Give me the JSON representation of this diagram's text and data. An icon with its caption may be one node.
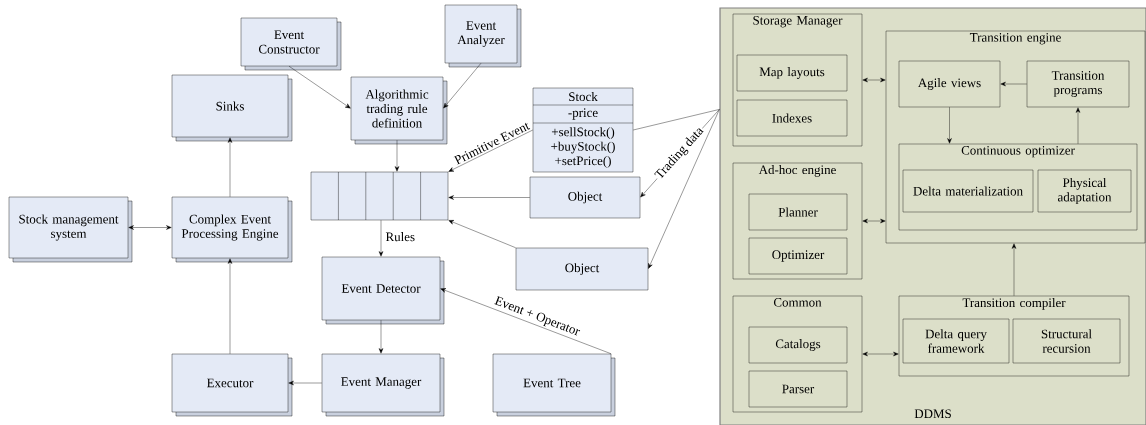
{
  "diagram": {
    "nodes": [
      {
        "text": [
          "Event Constructor"
        ]
      },
      {
        "text": [
          "Event Analyzer"
        ]
      },
      {
        "text": [
          "Algorithmic trading rule definition"
        ]
      },
      {
        "text": [
          "Sinks"
        ]
      },
      {
        "text": [
          "Stock",
          "-price",
          "+sellStock() +buyStock() +setPrice()"
        ]
      },
      {
        "text": [],
        "shape": "box"
      },
      {
        "text": [
          "Object"
        ]
      },
      {
        "text": [
          "Stock management system"
        ]
      },
      {
        "text": [
          "Complex Event Processing Engine"
        ]
      },
      {
        "text": [
          "Object"
        ]
      },
      {
        "text": [
          "Event Detector"
        ]
      },
      {
        "text": [
          "Event Tree"
        ]
      },
      {
        "text": [
          "Executor"
        ]
      },
      {
        "text": [
          "Event Manager"
        ]
      },
      {
        "text": [
          "DDMS"
        ]
      },
      {
        "text": [
          "Storage Manager"
        ],
        "in": 14
      },
      {
        "text": [
          "Map layouts"
        ],
        "in": 15
      },
      {
        "text": [
          "Indexes"
        ],
        "in": 15
      },
      {
        "text": [
          "Ad-hoc engine"
        ],
        "in": 14
      },
      {
        "text": [
          "Planner"
        ],
        "in": 18
      },
      {
        "text": [
          "Optimizer"
        ],
        "in": 18
      },
      {
        "text": [
          "Common"
        ],
        "in": 14
      },
      {
        "text": [
          "Catalogs"
        ],
        "in": 21
      },
      {
        "text": [
          "Parser"
        ],
        "in": 21
      },
      {
        "text": [
          "Transition engine"
        ],
        "in": 14
      },
      {
        "text": [
          "Agile views"
        ],
        "in": 24
      },
      {
        "text": [
          "Transition programs"
        ],
        "in": 24
      },
      {
        "text": [
          "Continuous optimizer"
        ],
        "in": 24
      },
      {
        "text": [
          "Delta materialization"
        ],
        "in": 27
      },
      {
        "text": [
          "Physical adaptation"
        ],
        "in": 27
      },
      {
        "text": [
          "Transition compiler"
        ],
        "in": 14
      },
      {
        "text": [
          "Delta query framework"
        ],
        "in": 30
      },
      {
        "text": [
          "Structural recursion"
        ],
        "in": 30
      }
    ],
    "edges": [
      {
        "from": 0,
        "to": 2,
        "arrow": "to"
      },
      {
        "from": 1,
        "to": 2,
        "arrow": "to"
      },
      {
        "from": 2,
        "to": 5,
        "arrow": "to"
      },
      {
        "from": 4,
        "to": 5,
        "arrow": "to",
        "label": "Primitive Event"
      },
      {
        "from": 6,
        "to": 5,
        "arrow": "to"
      },
      {
        "from": 9,
        "to": 5,
        "arrow": "to"
      },
      {
        "from": 14,
        "to": 4,
        "arrow": "none"
      },
      {
        "from": 14,
        "to": 6,
        "arrow": "to",
        "label": "Trading data"
      },
      {
        "from": 14,
        "to": 9,
        "arrow": "to"
      },
      {
        "from": 5,
        "to": 10,
        "arrow": "to",
        "label": "Rules"
      },
      {
        "from": 11,
        "to": 10,
        "arrow": "to",
        "label": "Event + Operator"
      },
      {
        "from": 10,
        "to": 13,
        "arrow": "to"
      },
      {
        "from": 13,
        "to": 12,
        "arrow": "to"
      },
      {
        "from": 12,
        "to": 8,
        "arrow": "to"
      },
      {
        "from": 8,
        "to": 3,
        "arrow": "to"
      },
      {
        "from": 7,
        "to": 8,
        "arrow": "both"
      },
      {
        "from": 15,
        "to": 24,
        "arrow": "both"
      },
      {
        "from": 18,
        "to": 24,
        "arrow": "both"
      },
      {
        "from": 21,
        "to": 30,
        "arrow": "both"
      },
      {
        "from": 26,
        "to": 25,
        "arrow": "to"
      },
      {
        "from": 25,
        "to": 27,
        "arrow": "to"
      },
      {
        "from": 27,
        "to": 26,
        "arrow": "to"
      },
      {
        "from": 30,
        "to": 24,
        "arrow": "to"
      }
    ]
  }
}
